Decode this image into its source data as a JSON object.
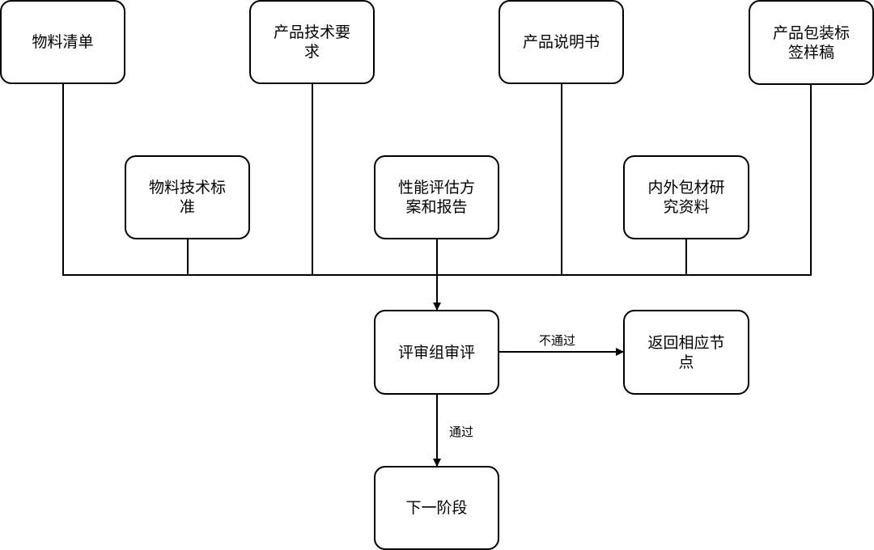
{
  "nodes": {
    "bom": "物料清单",
    "product_tech_req": "产品技术要求",
    "manual": "产品说明书",
    "label_draft": "产品包装标签样稿",
    "material_std": "物料技术标准",
    "performance": "性能评估方案和报告",
    "packaging": "内外包材研究资料",
    "review": "评审组审评",
    "return": "返回相应节点",
    "next": "下一阶段"
  },
  "edges": {
    "fail": "不通过",
    "pass": "通过"
  }
}
